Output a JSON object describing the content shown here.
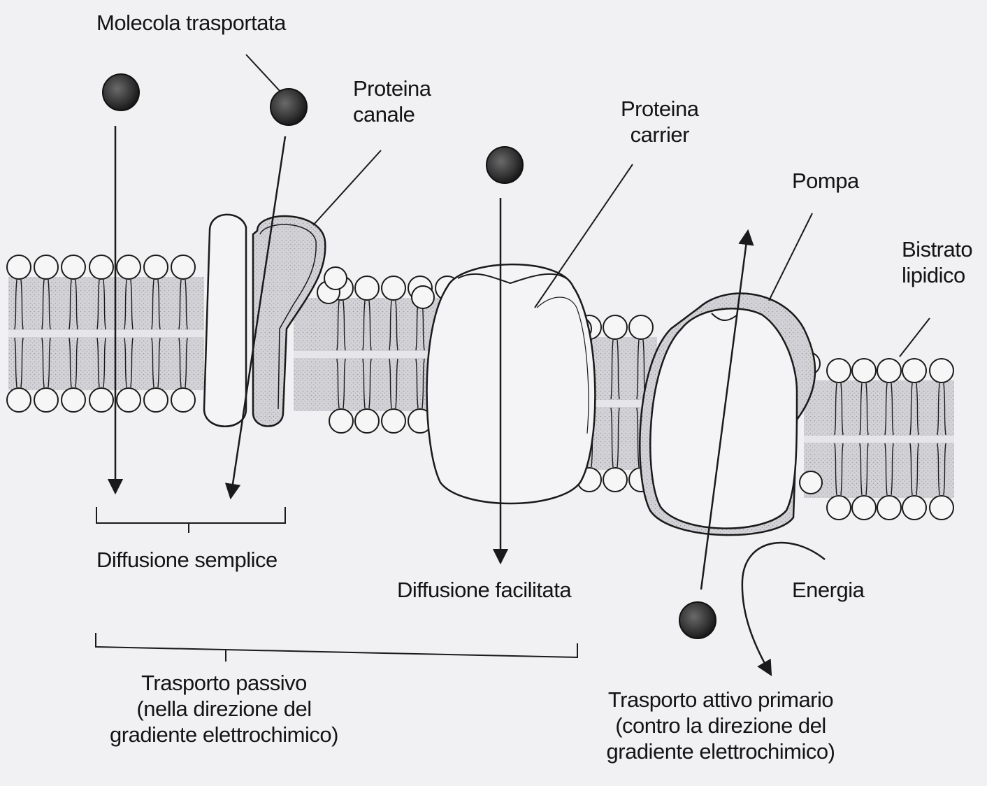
{
  "labels": {
    "molecola_trasportata": "Molecola trasportata",
    "proteina_canale": [
      "Proteina",
      "canale"
    ],
    "proteina_carrier": [
      "Proteina",
      "carrier"
    ],
    "pompa": "Pompa",
    "bistrato_lipidico": [
      "Bistrato",
      "lipidico"
    ],
    "diffusione_semplice": "Diffusione semplice",
    "diffusione_facilitata": "Diffusione facilitata",
    "energia": "Energia",
    "trasporto_passivo": [
      "Trasporto passivo",
      "(nella direzione del",
      "gradiente elettrochimico)"
    ],
    "trasporto_attivo": [
      "Trasporto attivo primario",
      "(contro la direzione del",
      "gradiente elettrochimico)"
    ]
  },
  "colors": {
    "background": "#f1f1f3",
    "ink": "#1a1a1a",
    "membrane_fill": "#cfcfd3",
    "lipid_head": "#f6f6f6",
    "protein_fill": "#f4f4f6",
    "molecule": "#3a3a3a"
  }
}
